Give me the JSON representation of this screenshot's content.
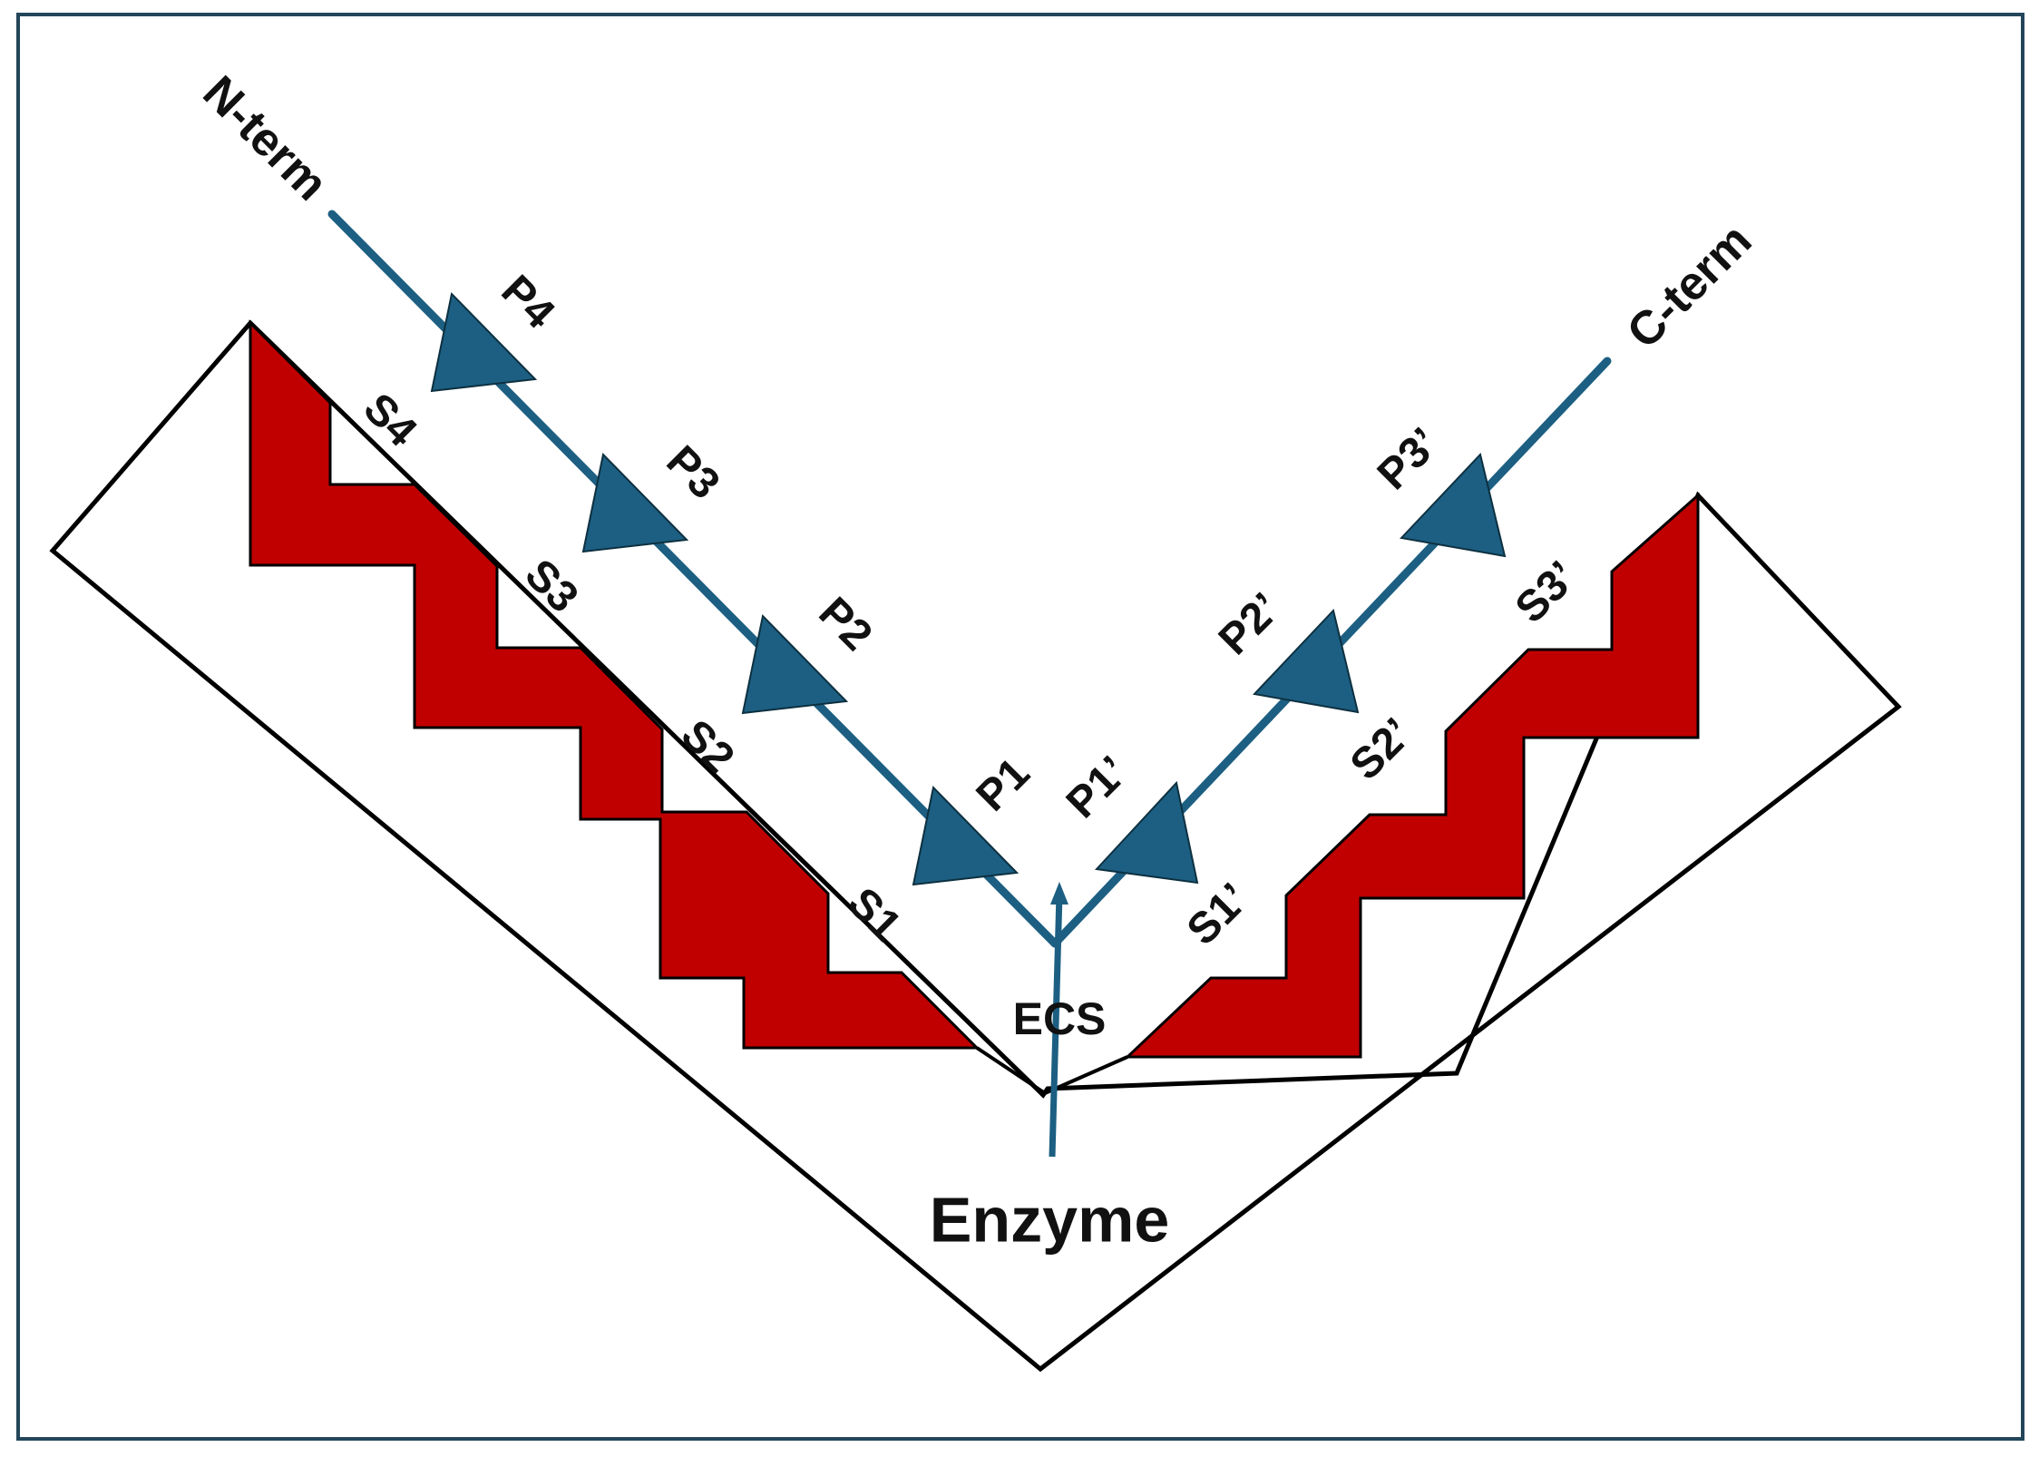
{
  "colors": {
    "frame": "#23465a",
    "peptide": "#1c5f82",
    "pocket": "#c00000",
    "outline": "#000000",
    "text": "#111111"
  },
  "labels": {
    "n_term": "N-term",
    "c_term": "C-term",
    "p4": "P4",
    "p3": "P3",
    "p2": "P2",
    "p1": "P1",
    "p1_prime": "P1’",
    "p2_prime": "P2’",
    "p3_prime": "P3’",
    "s4": "S4",
    "s3": "S3",
    "s2": "S2",
    "s1": "S1",
    "s1_prime": "S1’",
    "s2_prime": "S2’",
    "s3_prime": "S3’",
    "ecs": "ECS",
    "enzyme": "Enzyme"
  }
}
